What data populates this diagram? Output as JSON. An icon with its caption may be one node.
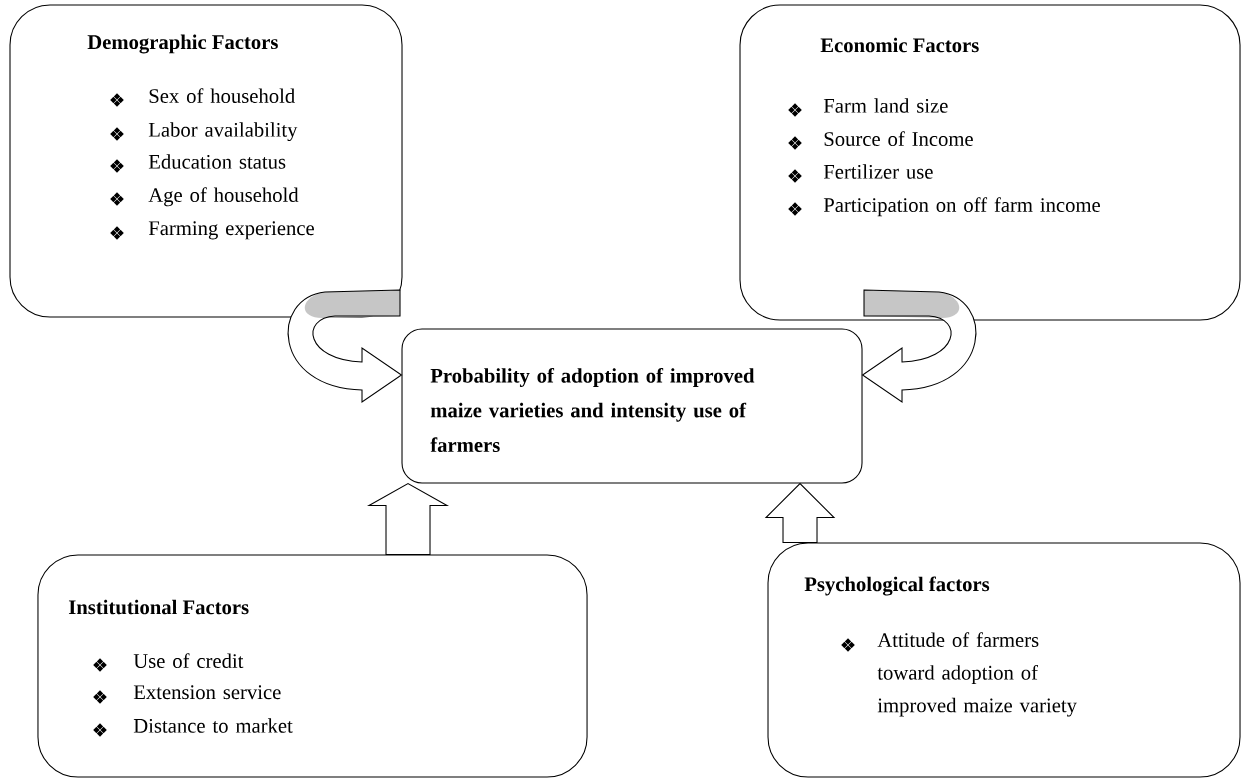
{
  "diagram": {
    "nodes": [
      {
        "text": [
          "Demographic Factors",
          "Sex of household",
          "Labor availability",
          "Education status",
          "Age of household",
          "Farming experience"
        ]
      },
      {
        "text": [
          "Economic Factors",
          "Farm land size",
          "Source of Income",
          "Fertilizer use",
          "Participation on off farm income"
        ]
      },
      {
        "text": [
          "Probability of adoption of improved maize varieties and intensity use of farmers"
        ]
      },
      {
        "text": [
          "Institutional Factors",
          "Use of credit",
          "Extension service",
          "Distance to market"
        ]
      },
      {
        "text": [
          "Psychological factors",
          "Attitude of farmers toward adoption of improved maize variety"
        ]
      }
    ],
    "edges": [
      {
        "from": 0,
        "to": 2,
        "arrow": "to"
      },
      {
        "from": 1,
        "to": 2,
        "arrow": "to"
      },
      {
        "from": 3,
        "to": 2,
        "arrow": "to"
      },
      {
        "from": 4,
        "to": 2,
        "arrow": "to"
      }
    ]
  }
}
